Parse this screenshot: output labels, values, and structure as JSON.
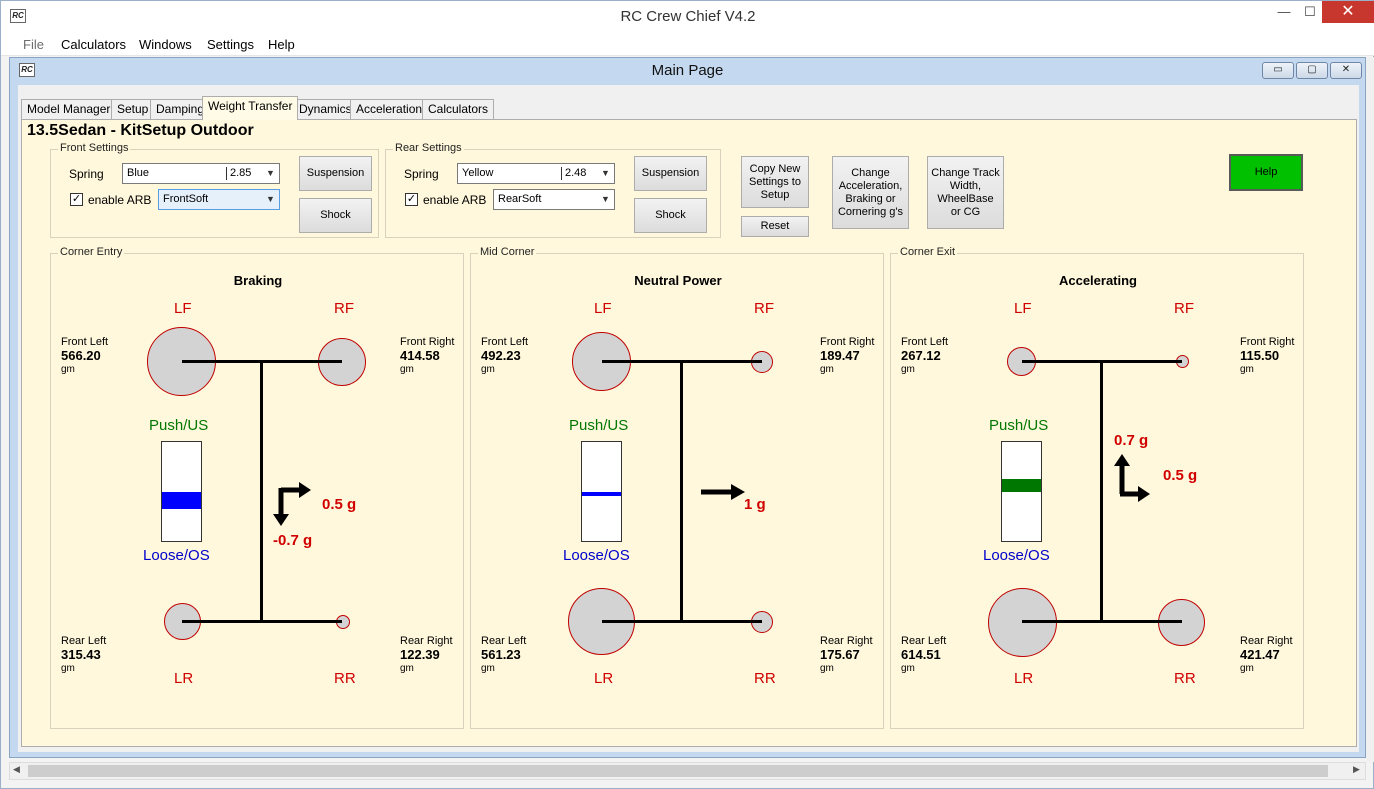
{
  "window": {
    "title": "RC Crew Chief V4.2",
    "icon": "RC",
    "minimize": "—",
    "maximize": "☐",
    "close": "✕"
  },
  "menu": {
    "items": [
      "File",
      "Calculators",
      "Windows",
      "Settings",
      "Help"
    ]
  },
  "inner_window": {
    "title": "Main Page",
    "icon": "RC",
    "minimize": "▭",
    "maximize": "▢",
    "close": "✕"
  },
  "tabs": [
    "Model Manager",
    "Setup",
    "Damping",
    "Weight Transfer",
    "Dynamics",
    "Acceleration",
    "Calculators"
  ],
  "selected_tab": "Weight Transfer",
  "header": {
    "title": "13.5Sedan - KitSetup Outdoor"
  },
  "front_settings": {
    "title": "Front Settings",
    "spring_label": "Spring",
    "spring_name": "Blue",
    "spring_rate": "2.85",
    "arb_label": "enable ARB",
    "arb_checked": true,
    "arb_value": "FrontSoft",
    "suspension": "Suspension",
    "shock": "Shock"
  },
  "rear_settings": {
    "title": "Rear Settings",
    "spring_label": "Spring",
    "spring_name": "Yellow",
    "spring_rate": "2.48",
    "arb_label": "enable ARB",
    "arb_checked": true,
    "arb_value": "RearSoft",
    "suspension": "Suspension",
    "shock": "Shock"
  },
  "actions": {
    "copy": "Copy New Settings to Setup",
    "reset": "Reset",
    "change_accel": "Change Acceleration, Braking or Cornering g's",
    "change_track": "Change Track Width, WheelBase or CG",
    "help": "Help"
  },
  "colors": {
    "help_bg": "#00c000",
    "wheel_fill": "#d3d3d3",
    "wheel_border": "#c00000",
    "label_red": "#d00000",
    "push_green": "#007700",
    "loose_blue": "#0000cc"
  },
  "labels": {
    "lf": "LF",
    "rf": "RF",
    "lr": "LR",
    "rr": "RR",
    "front_left": "Front Left",
    "front_right": "Front Right",
    "rear_left": "Rear Left",
    "rear_right": "Rear Right",
    "unit": "gm",
    "push": "Push/US",
    "loose": "Loose/OS"
  },
  "panels": [
    {
      "group": "Corner Entry",
      "title": "Braking",
      "fl": "566.20",
      "fr": "414.58",
      "rl": "315.43",
      "rr": "122.39",
      "g_long": "-0.7 g",
      "g_lat": "0.5 g",
      "gauge_level": 0.5
    },
    {
      "group": "Mid Corner",
      "title": "Neutral Power",
      "fl": "492.23",
      "fr": "189.47",
      "rl": "561.23",
      "rr": "175.67",
      "g_lat": "1 g",
      "gauge_level": 0.5
    },
    {
      "group": "Corner Exit",
      "title": "Accelerating",
      "fl": "267.12",
      "fr": "115.50",
      "rl": "614.51",
      "rr": "421.47",
      "g_long": "0.7 g",
      "g_lat": "0.5 g",
      "gauge_level": 0.44
    }
  ]
}
